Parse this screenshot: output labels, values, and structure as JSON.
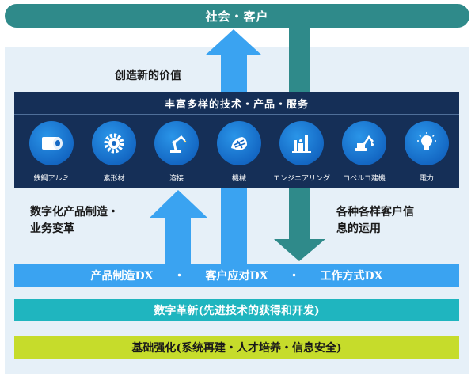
{
  "top": {
    "label": "社会・客户"
  },
  "captions": {
    "create_value": "创造新的价值",
    "manufacturing_line1": "数字化产品制造・",
    "manufacturing_line2": "业务变革",
    "utilization_line1": "各种各样客户信",
    "utilization_line2": "息的运用"
  },
  "panel": {
    "title": "丰富多样的技术・产品・服务",
    "categories": [
      {
        "label": "鉄鋼アルミ",
        "icon": "steel-coil-icon"
      },
      {
        "label": "素形材",
        "icon": "gear-icon"
      },
      {
        "label": "溶接",
        "icon": "welding-robot-icon"
      },
      {
        "label": "機械",
        "icon": "machinery-icon"
      },
      {
        "label": "エンジニアリング",
        "icon": "plant-icon"
      },
      {
        "label": "コベルコ建機",
        "icon": "excavator-icon"
      },
      {
        "label": "電力",
        "icon": "lightbulb-icon"
      }
    ]
  },
  "dx_bar": {
    "item1": "产品制造DX",
    "sep1": "・",
    "item2": "客户应对DX",
    "sep2": "・",
    "item3": "工作方式DX"
  },
  "digital_bar": {
    "label": "数字革新(先进技术的获得和开发)"
  },
  "foundation_bar": {
    "label": "基础强化(系统再建・人才培养・信息安全)"
  },
  "colors": {
    "teal": "#2f8a8a",
    "navy": "#152f57",
    "sky_blue": "#3aa3f1",
    "cyan": "#1fb5bf",
    "lime": "#c6dc2b"
  }
}
